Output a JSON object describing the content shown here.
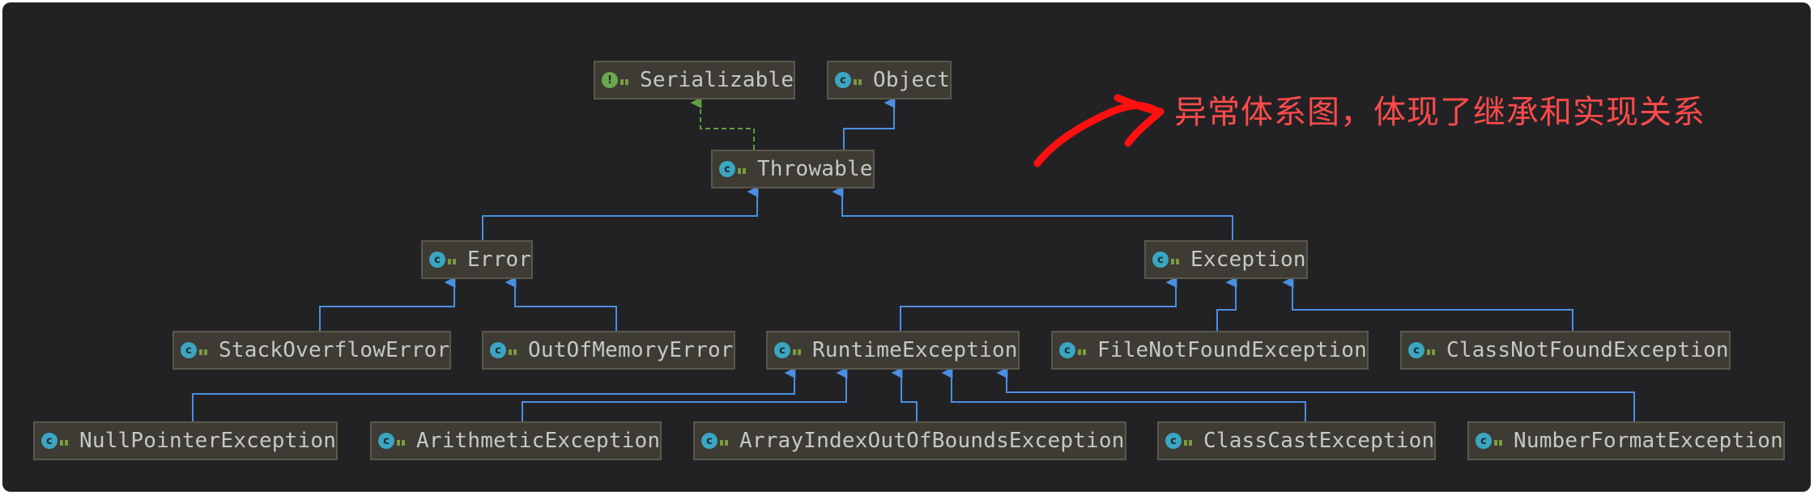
{
  "annotation": "异常体系图，体现了继承和实现关系",
  "colors": {
    "background": "#222224",
    "node_fill": "#3d3b34",
    "extends_line": "#4a8fe0",
    "implements_line": "#5f9f3f",
    "annotation_text": "#ff4a4a",
    "hand_arrow": "#ff1010"
  },
  "nodes": [
    {
      "id": "serializable",
      "label": "Serializable",
      "icon": "interface-icon"
    },
    {
      "id": "object",
      "label": "Object",
      "icon": "class-icon"
    },
    {
      "id": "throwable",
      "label": "Throwable",
      "icon": "class-icon"
    },
    {
      "id": "error",
      "label": "Error",
      "icon": "class-icon"
    },
    {
      "id": "exception",
      "label": "Exception",
      "icon": "class-icon"
    },
    {
      "id": "stackoverflowerror",
      "label": "StackOverflowError",
      "icon": "class-icon"
    },
    {
      "id": "outofmemoryerror",
      "label": "OutOfMemoryError",
      "icon": "class-icon"
    },
    {
      "id": "runtimeexception",
      "label": "RuntimeException",
      "icon": "class-icon"
    },
    {
      "id": "filenotfoundexception",
      "label": "FileNotFoundException",
      "icon": "class-icon"
    },
    {
      "id": "classnotfoundexception",
      "label": "ClassNotFoundException",
      "icon": "class-icon"
    },
    {
      "id": "nullpointerexception",
      "label": "NullPointerException",
      "icon": "class-icon"
    },
    {
      "id": "arithmeticexception",
      "label": "ArithmeticException",
      "icon": "class-icon"
    },
    {
      "id": "arrayindexoutofboundsexception",
      "label": "ArrayIndexOutOfBoundsException",
      "icon": "class-icon"
    },
    {
      "id": "classcastexception",
      "label": "ClassCastException",
      "icon": "class-icon"
    },
    {
      "id": "numberformatexception",
      "label": "NumberFormatException",
      "icon": "class-icon"
    }
  ],
  "edges": [
    {
      "from": "throwable",
      "to": "serializable",
      "kind": "implements"
    },
    {
      "from": "throwable",
      "to": "object",
      "kind": "extends"
    },
    {
      "from": "error",
      "to": "throwable",
      "kind": "extends"
    },
    {
      "from": "exception",
      "to": "throwable",
      "kind": "extends"
    },
    {
      "from": "stackoverflowerror",
      "to": "error",
      "kind": "extends"
    },
    {
      "from": "outofmemoryerror",
      "to": "error",
      "kind": "extends"
    },
    {
      "from": "runtimeexception",
      "to": "exception",
      "kind": "extends"
    },
    {
      "from": "filenotfoundexception",
      "to": "exception",
      "kind": "extends"
    },
    {
      "from": "classnotfoundexception",
      "to": "exception",
      "kind": "extends"
    },
    {
      "from": "nullpointerexception",
      "to": "runtimeexception",
      "kind": "extends"
    },
    {
      "from": "arithmeticexception",
      "to": "runtimeexception",
      "kind": "extends"
    },
    {
      "from": "arrayindexoutofboundsexception",
      "to": "runtimeexception",
      "kind": "extends"
    },
    {
      "from": "classcastexception",
      "to": "runtimeexception",
      "kind": "extends"
    },
    {
      "from": "numberformatexception",
      "to": "runtimeexception",
      "kind": "extends"
    }
  ]
}
